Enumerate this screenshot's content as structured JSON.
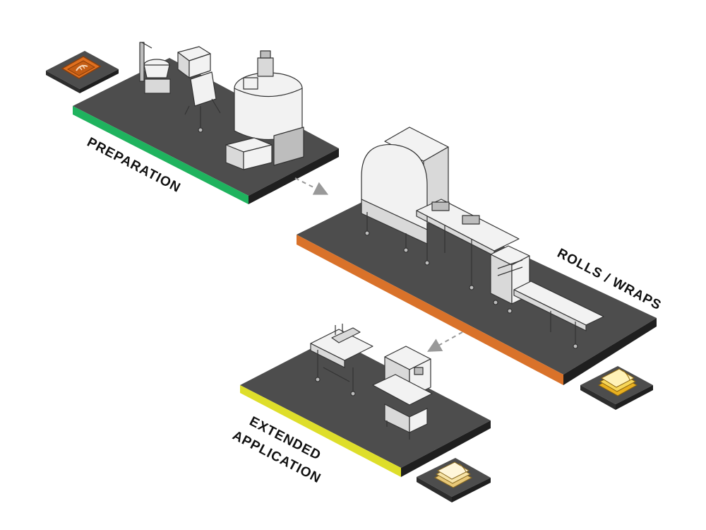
{
  "stations": {
    "preparation": {
      "label": "PREPARATION",
      "color": "#1fb35e"
    },
    "rolls_wraps": {
      "label": "ROLLS / WRAPS",
      "color": "#d9722a"
    },
    "extended": {
      "label_line1": "EXTENDED",
      "label_line2": "APPLICATION",
      "color": "#dede2a"
    }
  },
  "icons": {
    "preparation": "flour-sack-icon",
    "rolls_wraps": "pastry-sheets-icon",
    "extended": "pastry-sheets-icon"
  },
  "colors": {
    "platform": "#4d4d4d",
    "platform_edge": "#1f1f1f",
    "arrow": "#999999"
  }
}
